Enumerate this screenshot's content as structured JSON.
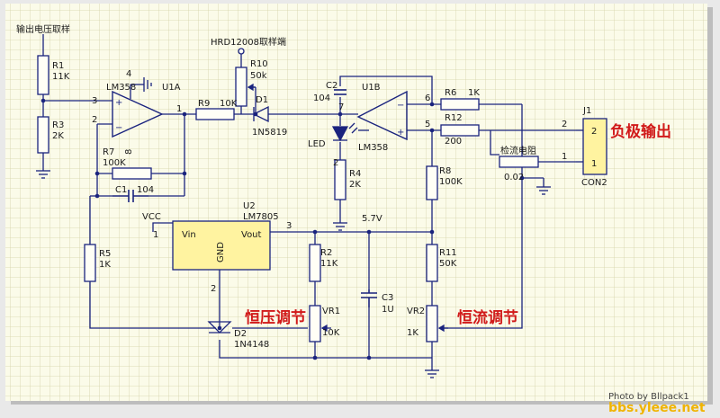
{
  "schematic": {
    "labels": {
      "output_voltage_sample": "输出电压取样",
      "hrd_sample": "HRD12008取样端",
      "negative_output": "负极输出",
      "voltage_adjust": "恒压调节",
      "current_adjust": "恒流调节",
      "sense_resistor": "检流电阻",
      "led": "LED",
      "vin": "Vin",
      "vout": "Vout",
      "gnd": "GND",
      "vcc": "VCC",
      "v57": "5.7V"
    },
    "components": {
      "r1": {
        "ref": "R1",
        "value": "11K"
      },
      "r3": {
        "ref": "R3",
        "value": "2K"
      },
      "r5": {
        "ref": "R5",
        "value": "1K"
      },
      "r7": {
        "ref": "R7",
        "value": "100K"
      },
      "c1": {
        "ref": "C1",
        "value": "104"
      },
      "r9": {
        "ref": "R9",
        "value": "10K"
      },
      "r10": {
        "ref": "R10",
        "value": "50k"
      },
      "d1": {
        "ref": "D1",
        "value": "1N5819"
      },
      "c2": {
        "ref": "C2",
        "value": "104"
      },
      "r4": {
        "ref": "R4",
        "value": "2K"
      },
      "r6": {
        "ref": "R6",
        "value": "1K"
      },
      "r12": {
        "ref": "R12",
        "value": "200"
      },
      "r8": {
        "ref": "R8",
        "value": "100K"
      },
      "rsense": {
        "value": "0.02"
      },
      "u1a": {
        "ref": "U1A",
        "value": "LM358"
      },
      "u1b": {
        "ref": "U1B",
        "value": "LM358"
      },
      "u2": {
        "ref": "U2",
        "value": "LM7805"
      },
      "r2": {
        "ref": "R2",
        "value": "11K"
      },
      "c3": {
        "ref": "C3",
        "value": "1U"
      },
      "r11": {
        "ref": "R11",
        "value": "50K"
      },
      "vr1": {
        "ref": "VR1",
        "value": "10K"
      },
      "vr2": {
        "ref": "VR2",
        "value": "1K"
      },
      "d2": {
        "ref": "D2",
        "value": "1N4148"
      },
      "j1": {
        "ref": "J1",
        "value": "CON2"
      }
    },
    "pins": {
      "p1": "1",
      "p2": "2",
      "p3": "3",
      "p4": "4",
      "p5": "5",
      "p6": "6",
      "p7": "7",
      "p8": "8"
    },
    "watermark": "bbs.yleee.net",
    "caption": "Photo by Bllpack1",
    "colors": {
      "wire": "#1a237e",
      "grid": "#cfcfa0",
      "ic_fill": "#fff3a0",
      "accent": "#d11a1a"
    }
  }
}
